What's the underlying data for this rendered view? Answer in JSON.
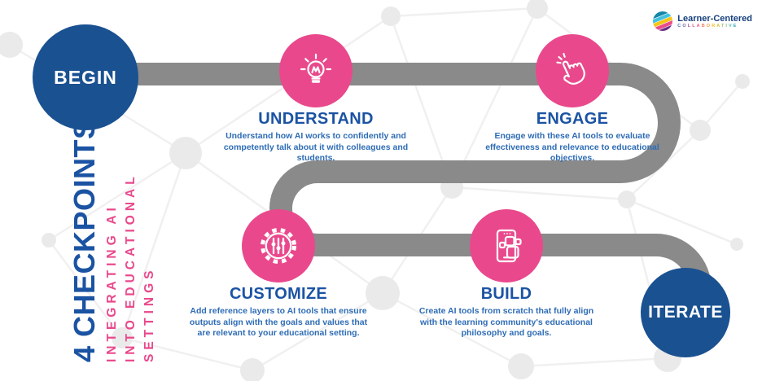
{
  "theme": {
    "pink": "#E9498C",
    "navy": "#1A5191",
    "heading_blue": "#1B53A3",
    "body_blue": "#2E6CB5",
    "path_gray": "#8A8A8A",
    "bg_node": "#EAEAEA",
    "bg_line": "#F0F0F0",
    "logo_text": "#17407E"
  },
  "title": {
    "main": "4 CHECKPOINTS",
    "subtitle_lines": [
      "INTEGRATING AI",
      "INTO EDUCATIONAL",
      "SETTINGS"
    ]
  },
  "flow": {
    "start_label": "BEGIN",
    "end_label": "ITERATE"
  },
  "checkpoints": [
    {
      "label": "UNDERSTAND",
      "icon": "lightbulb-icon",
      "description": "Understand how AI works to confidently and competently talk about it with colleagues and students."
    },
    {
      "label": "ENGAGE",
      "icon": "tap-hand-icon",
      "description": "Engage with these AI tools to evaluate effectiveness and relevance to educational objectives."
    },
    {
      "label": "CUSTOMIZE",
      "icon": "gear-sliders-icon",
      "description": "Add reference layers to AI tools that ensure outputs align with the goals and values that are relevant to your educational setting."
    },
    {
      "label": "BUILD",
      "icon": "smartphone-apps-icon",
      "description": "Create AI tools from scratch that fully align with the learning community's educational philosophy and goals."
    }
  ],
  "logo": {
    "name": "Learner-Centered",
    "subname": "COLLABORATIVE"
  }
}
